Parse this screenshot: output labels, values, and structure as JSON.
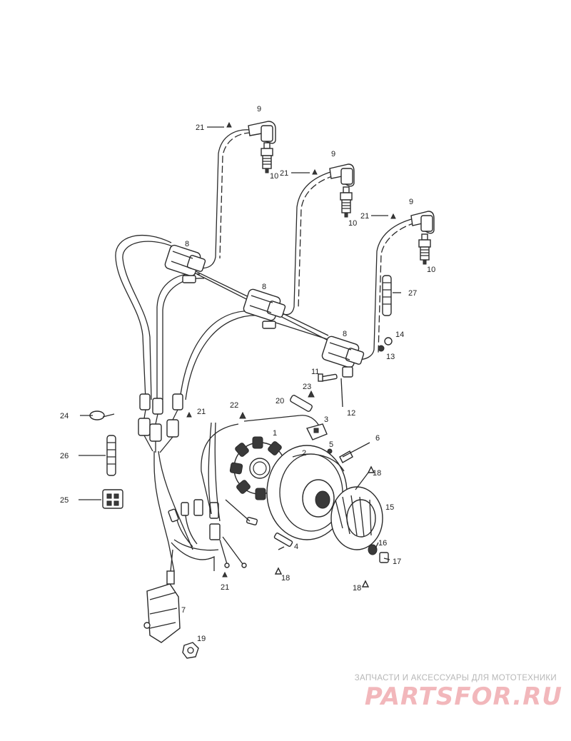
{
  "diagram": {
    "callouts": [
      {
        "id": "c1",
        "text": "1"
      },
      {
        "id": "c2",
        "text": "2"
      },
      {
        "id": "c3",
        "text": "3"
      },
      {
        "id": "c4",
        "text": "4"
      },
      {
        "id": "c5",
        "text": "5"
      },
      {
        "id": "c6",
        "text": "6"
      },
      {
        "id": "c7",
        "text": "7"
      },
      {
        "id": "c8a",
        "text": "8"
      },
      {
        "id": "c8b",
        "text": "8"
      },
      {
        "id": "c8c",
        "text": "8"
      },
      {
        "id": "c9a",
        "text": "9"
      },
      {
        "id": "c9b",
        "text": "9"
      },
      {
        "id": "c9c",
        "text": "9"
      },
      {
        "id": "c10a",
        "text": "10"
      },
      {
        "id": "c10b",
        "text": "10"
      },
      {
        "id": "c10c",
        "text": "10"
      },
      {
        "id": "c11",
        "text": "11"
      },
      {
        "id": "c12",
        "text": "12"
      },
      {
        "id": "c13",
        "text": "13"
      },
      {
        "id": "c14",
        "text": "14"
      },
      {
        "id": "c15",
        "text": "15"
      },
      {
        "id": "c16",
        "text": "16"
      },
      {
        "id": "c17",
        "text": "17"
      },
      {
        "id": "c18a",
        "text": "18"
      },
      {
        "id": "c18b",
        "text": "18"
      },
      {
        "id": "c18c",
        "text": "18"
      },
      {
        "id": "c19",
        "text": "19"
      },
      {
        "id": "c20",
        "text": "20"
      },
      {
        "id": "c21a",
        "text": "21"
      },
      {
        "id": "c21b",
        "text": "21"
      },
      {
        "id": "c21c",
        "text": "21"
      },
      {
        "id": "c21d",
        "text": "21"
      },
      {
        "id": "c21e",
        "text": "21"
      },
      {
        "id": "c22",
        "text": "22"
      },
      {
        "id": "c23",
        "text": "23"
      },
      {
        "id": "c24",
        "text": "24"
      },
      {
        "id": "c25",
        "text": "25"
      },
      {
        "id": "c26",
        "text": "26"
      },
      {
        "id": "c27",
        "text": "27"
      }
    ]
  },
  "watermark": {
    "tagline": "ЗАПЧАСТИ И АКСЕССУАРЫ ДЛЯ МОТОТЕХНИКИ",
    "logo": "PARTSFOR.RU",
    "color": "#e8858c"
  }
}
